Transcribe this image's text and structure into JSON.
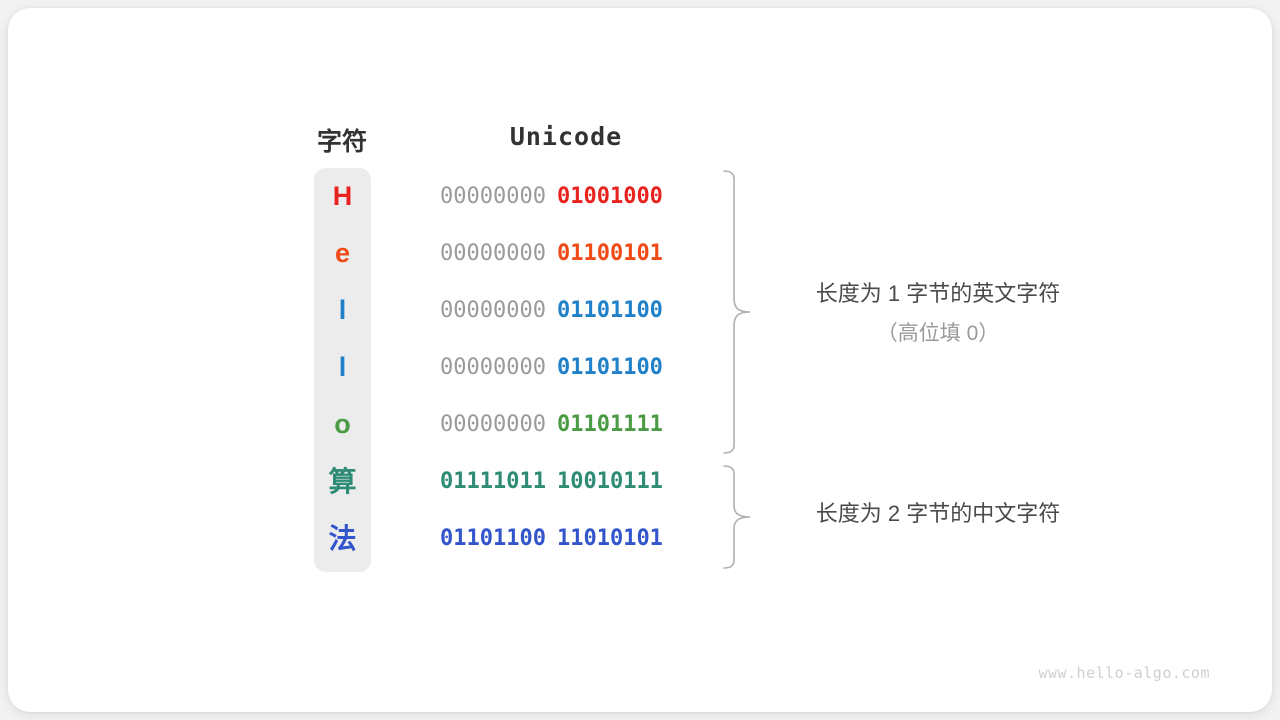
{
  "watermark": "www.hello-algo.com",
  "headers": {
    "character": "字符",
    "unicode": "Unicode"
  },
  "colors": {
    "red": "#e8231f",
    "orange": "#f04a16",
    "blue": "#2080c8",
    "green": "#4b9b44",
    "teal": "#2e8b74",
    "indigo": "#3355cc",
    "gray_high_byte": "#9a9a9a",
    "pill_background": "#ececec",
    "header_text": "#333333",
    "annotation_text": "#4a4a4a",
    "annotation_sub_text": "#9a9a9a",
    "brace": "#b0b0b0",
    "card_background": "#ffffff",
    "page_background": "#f2f2f2"
  },
  "rows": [
    {
      "char": "H",
      "color": "#e8231f",
      "high_byte": "00000000",
      "low_byte": "01001000",
      "high_byte_gray": true,
      "cjk": false
    },
    {
      "char": "e",
      "color": "#f04a16",
      "high_byte": "00000000",
      "low_byte": "01100101",
      "high_byte_gray": true,
      "cjk": false
    },
    {
      "char": "l",
      "color": "#2080c8",
      "high_byte": "00000000",
      "low_byte": "01101100",
      "high_byte_gray": true,
      "cjk": false
    },
    {
      "char": "l",
      "color": "#2080c8",
      "high_byte": "00000000",
      "low_byte": "01101100",
      "high_byte_gray": true,
      "cjk": false
    },
    {
      "char": "o",
      "color": "#4b9b44",
      "high_byte": "00000000",
      "low_byte": "01101111",
      "high_byte_gray": true,
      "cjk": false
    },
    {
      "char": "算",
      "color": "#2e8b74",
      "high_byte": "01111011",
      "low_byte": "10010111",
      "high_byte_gray": false,
      "cjk": true
    },
    {
      "char": "法",
      "color": "#3355cc",
      "high_byte": "01101100",
      "low_byte": "11010101",
      "high_byte_gray": false,
      "cjk": true
    }
  ],
  "annotations": [
    {
      "main": "长度为 1 字节的英文字符",
      "sub": "（高位填 0）"
    },
    {
      "main": "长度为 2 字节的中文字符",
      "sub": ""
    }
  ]
}
